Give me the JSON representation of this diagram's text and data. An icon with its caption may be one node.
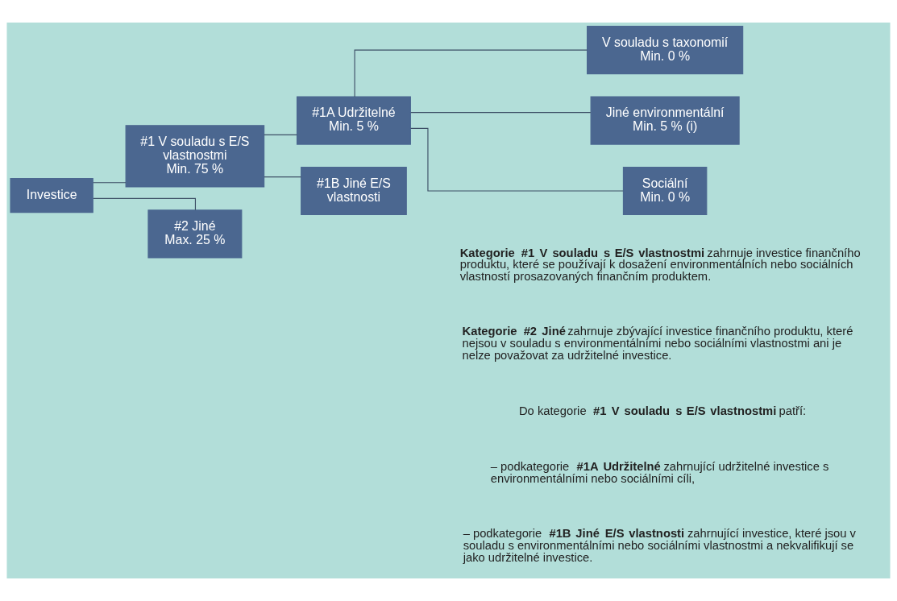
{
  "diagram": {
    "nodes": [
      {
        "text": [
          "Investice"
        ]
      },
      {
        "text": [
          "#1 V souladu s E/S vlastnostmi",
          "Min. 75 %"
        ]
      },
      {
        "text": [
          "#2 Jiné",
          "Max. 25 %"
        ]
      },
      {
        "text": [
          "#1A Udržitelné",
          "Min. 5 %"
        ]
      },
      {
        "text": [
          "#1B Jiné E/S vlastnosti"
        ]
      },
      {
        "text": [
          "V souladu s taxonomií",
          "Min. 0 %"
        ]
      },
      {
        "text": [
          "Jiné environmentální",
          "Min. 5 % (i)"
        ]
      },
      {
        "text": [
          "Sociální",
          "Min. 0 %"
        ]
      }
    ],
    "edges": [
      {
        "from": 0,
        "to": 1,
        "arrow": "none"
      },
      {
        "from": 0,
        "to": 2,
        "arrow": "none"
      },
      {
        "from": 1,
        "to": 3,
        "arrow": "none"
      },
      {
        "from": 1,
        "to": 4,
        "arrow": "none"
      },
      {
        "from": 3,
        "to": 5,
        "arrow": "none"
      },
      {
        "from": 3,
        "to": 6,
        "arrow": "none"
      },
      {
        "from": 3,
        "to": 7,
        "arrow": "none"
      }
    ],
    "labels": [
      "**Kategorie #1 V souladu s E/S vlastnostmi** zahrnuje investice finančního produktu, které se používají k dosažení environmentálních nebo sociálních vlastností prosazovaných finančním produktem.",
      "**Kategorie #2 Jiné** zahrnuje zbývající investice finančního produktu, které nejsou v souladu s environmentálními nebo sociálními vlastnostmi ani je nelze považovat za udržitelné investice.",
      "Do kategorie **#1 V souladu s E/S vlastnostmi** patří:",
      "– podkategorie **#1A Udržitelné** zahrnující udržitelné investice s environmentálními nebo sociálními cíli,",
      "– podkategorie **#1B Jiné E/S vlastnosti** zahrnující investice, které jsou v souladu s environmentálními nebo sociálními vlastnostmi a nekvalifikují se jako udržitelné investice."
    ]
  }
}
